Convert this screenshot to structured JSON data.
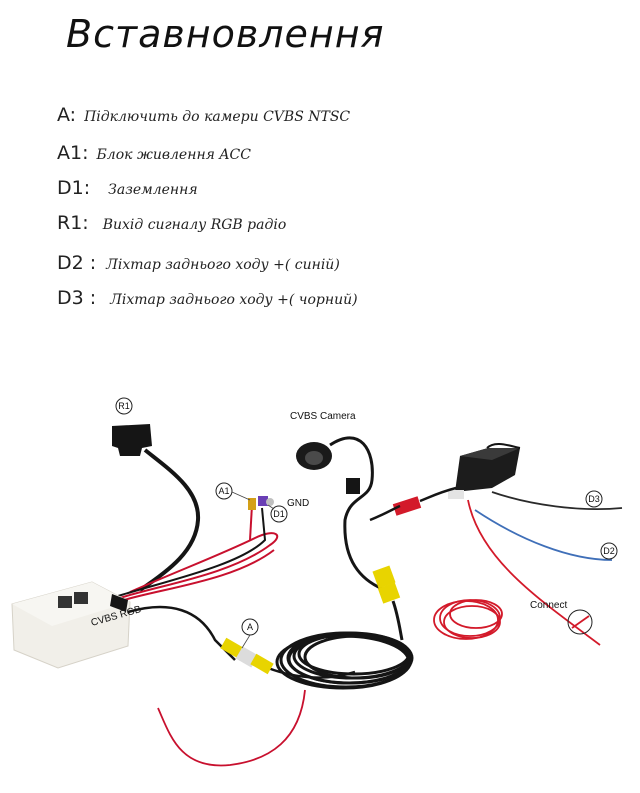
{
  "title": "Вставновлення",
  "legend": [
    {
      "key": "A:",
      "text": "Підключить до камери CVBS NTSC"
    },
    {
      "key": "A1:",
      "text": "Блок живлення ACC"
    },
    {
      "key": "D1:",
      "text": "Заземлення"
    },
    {
      "key": "R1:",
      "text": "Вихід сигналу RGB радіо"
    },
    {
      "key": "D2 :",
      "text": "Ліхтар заднього ходу +( синій)"
    },
    {
      "key": "D3 :",
      "text": "Ліхтар заднього ходу +( чорний)"
    }
  ],
  "diagram": {
    "camera_label": "CVBS Camera",
    "gnd_label": "GND",
    "connect_label": "Connect",
    "box_label": "CVBS RGB",
    "markers": {
      "r1": "R1",
      "a1": "A1",
      "d1": "D1",
      "a": "A",
      "d3": "D3",
      "d2": "D2"
    }
  }
}
